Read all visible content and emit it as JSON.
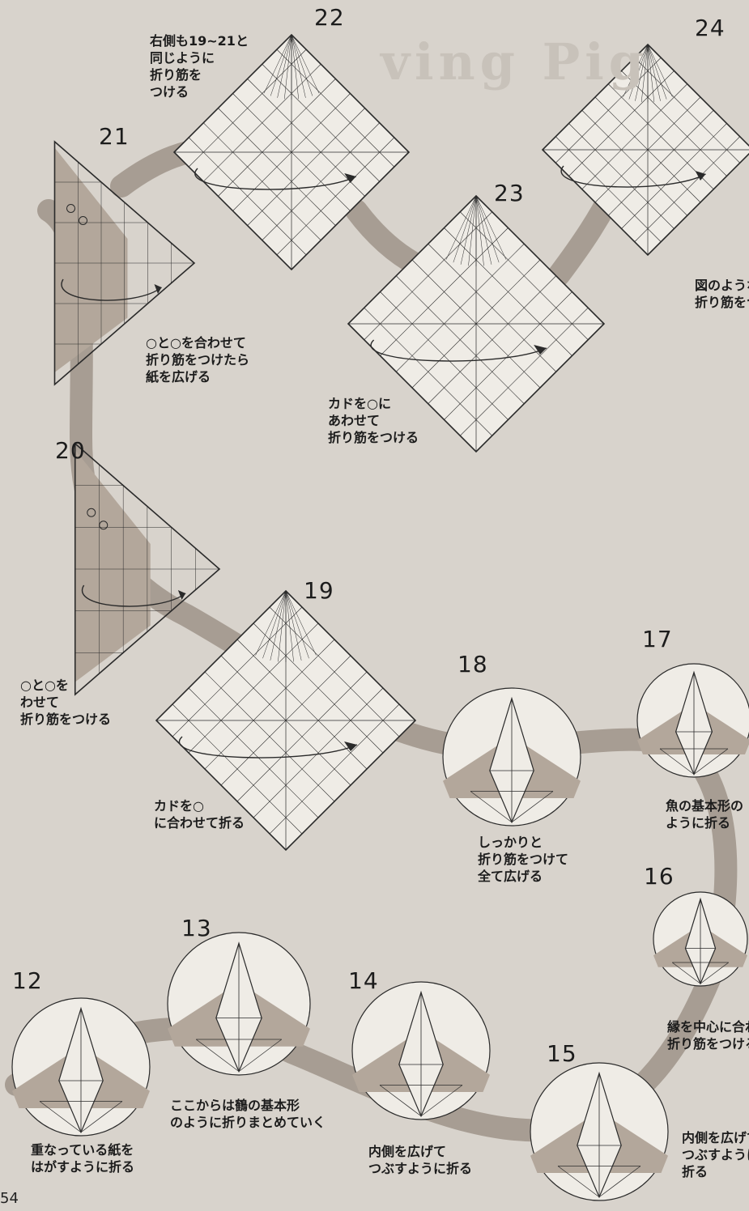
{
  "page_number": "54",
  "background_title": "ving Pig",
  "steps": [
    {
      "id": "24",
      "number": "24",
      "caption": [
        "図のような",
        "折り筋をつけ"
      ]
    },
    {
      "id": "23",
      "number": "23",
      "caption": [
        "カドを○に",
        "あわせて",
        "折り筋をつける"
      ]
    },
    {
      "id": "22",
      "number": "22",
      "caption": [
        "右側も19~21と",
        "同じように",
        "折り筋を",
        "つける"
      ]
    },
    {
      "id": "21",
      "number": "21",
      "caption": [
        "○と○を合わせて",
        "折り筋をつけたら",
        "紙を広げる"
      ]
    },
    {
      "id": "20",
      "number": "20",
      "caption": [
        "○と○を",
        "わせて",
        "折り筋をつける"
      ]
    },
    {
      "id": "19",
      "number": "19",
      "caption": [
        "カドを○",
        "に合わせて折る"
      ]
    },
    {
      "id": "18",
      "number": "18",
      "caption": [
        "しっかりと",
        "折り筋をつけて",
        "全て広げる"
      ]
    },
    {
      "id": "17",
      "number": "17",
      "caption": [
        "魚の基本形の",
        "ように折る"
      ]
    },
    {
      "id": "16",
      "number": "16",
      "caption": [
        "縁を中心に合わせ",
        "折り筋をつける"
      ]
    },
    {
      "id": "15",
      "number": "15",
      "caption": [
        "内側を広げて",
        "つぶすように",
        "折る"
      ]
    },
    {
      "id": "14",
      "number": "14",
      "caption": [
        "内側を広げて",
        "つぶすように折る"
      ]
    },
    {
      "id": "13",
      "number": "13",
      "caption": [
        "ここからは鶴の基本形",
        "のように折りまとめていく"
      ]
    },
    {
      "id": "12",
      "number": "12",
      "caption": [
        "重なっている紙を",
        "はがすように折る"
      ]
    }
  ],
  "colors": {
    "paper": "#d8d3cc",
    "path_band": "#a79d93",
    "sheet": "#efece6",
    "shade": "#b3a79b",
    "line": "#2a2a2a"
  }
}
